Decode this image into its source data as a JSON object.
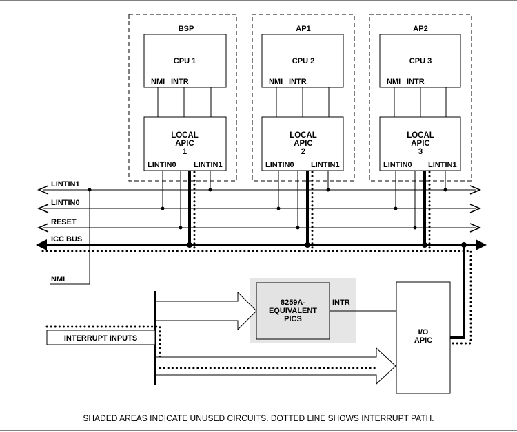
{
  "processors": [
    {
      "group_label": "BSP",
      "cpu_label": "CPU 1",
      "nmi_label": "NMI",
      "intr_label": "INTR",
      "apic_line1": "LOCAL",
      "apic_line2": "APIC",
      "apic_line3": "1",
      "lintin0_label": "LINTIN0",
      "lintin1_label": "LINTIN1"
    },
    {
      "group_label": "AP1",
      "cpu_label": "CPU 2",
      "nmi_label": "NMI",
      "intr_label": "INTR",
      "apic_line1": "LOCAL",
      "apic_line2": "APIC",
      "apic_line3": "2",
      "lintin0_label": "LINTIN0",
      "lintin1_label": "LINTIN1"
    },
    {
      "group_label": "AP2",
      "cpu_label": "CPU 3",
      "nmi_label": "NMI",
      "intr_label": "INTR",
      "apic_line1": "LOCAL",
      "apic_line2": "APIC",
      "apic_line3": "3",
      "lintin0_label": "LINTIN0",
      "lintin1_label": "LINTIN1"
    }
  ],
  "bus_labels": {
    "lintin1": "LINTIN1",
    "lintin0": "LINTIN0",
    "reset": "RESET",
    "icc_bus": "ICC BUS",
    "nmi": "NMI"
  },
  "pic": {
    "line1": "8259A-",
    "line2": "EQUIVALENT",
    "line3": "PICS",
    "intr_label": "INTR"
  },
  "io_apic": {
    "line1": "I/O",
    "line2": "APIC"
  },
  "interrupt_inputs_label": "INTERRUPT INPUTS",
  "caption": "SHADED AREAS INDICATE UNUSED CIRCUITS.  DOTTED LINE SHOWS INTERRUPT PATH."
}
